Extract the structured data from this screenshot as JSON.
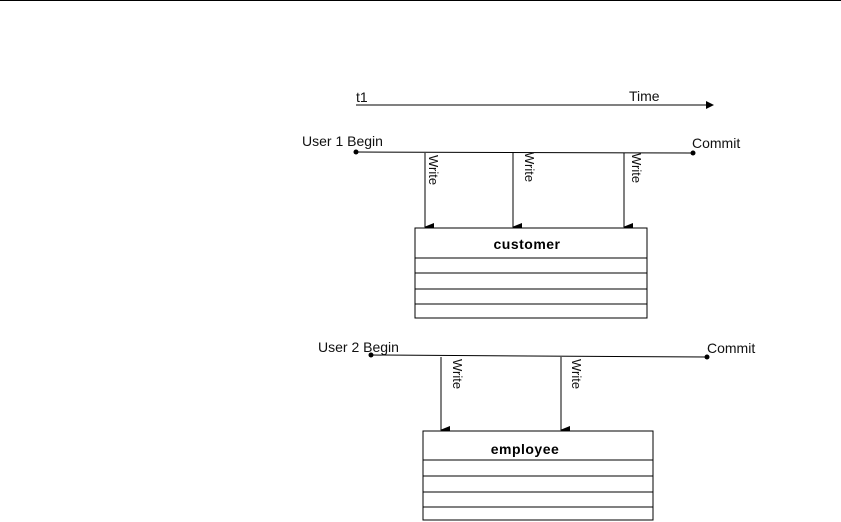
{
  "timeline": {
    "start_label": "t1",
    "end_label": "Time"
  },
  "transactions": [
    {
      "begin_label": "User 1 Begin",
      "commit_label": "Commit",
      "writes": [
        "Write",
        "Write",
        "Write"
      ],
      "table": {
        "name": "customer",
        "row_count": 4
      }
    },
    {
      "begin_label": "User 2 Begin",
      "commit_label": "Commit",
      "writes": [
        "Write",
        "Write"
      ],
      "table": {
        "name": "employee",
        "row_count": 4
      }
    }
  ],
  "colors": {
    "line": "#000000",
    "text": "#111111",
    "background": "#ffffff"
  }
}
